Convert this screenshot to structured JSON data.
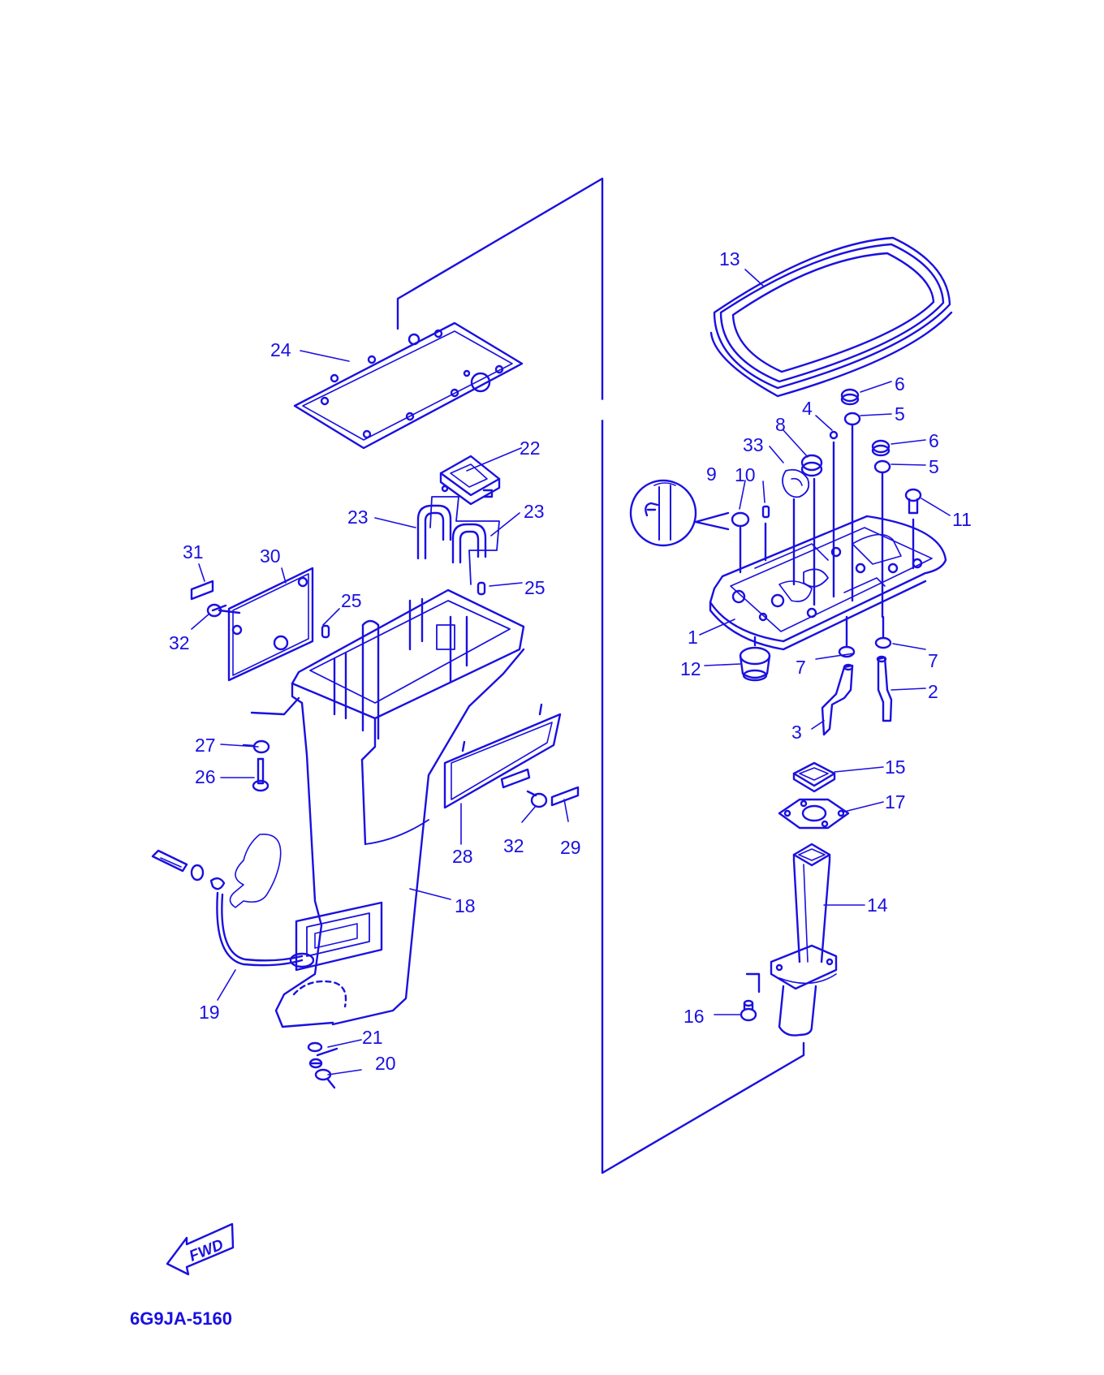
{
  "diagram": {
    "ink_color": "#1a10e0",
    "background_color": "#ffffff",
    "diagram_code": "6G9JA-5160",
    "direction_arrow_text": "FWD",
    "callouts": {
      "c1": "1",
      "c2": "2",
      "c3": "3",
      "c4": "4",
      "c5a": "5",
      "c5b": "5",
      "c6a": "6",
      "c6b": "6",
      "c7a": "7",
      "c7b": "7",
      "c8": "8",
      "c9": "9",
      "c10": "10",
      "c11": "11",
      "c12": "12",
      "c13": "13",
      "c14": "14",
      "c15": "15",
      "c16": "16",
      "c17": "17",
      "c18": "18",
      "c19": "19",
      "c20": "20",
      "c21": "21",
      "c22": "22",
      "c23a": "23",
      "c23b": "23",
      "c24": "24",
      "c25a": "25",
      "c25b": "25",
      "c26": "26",
      "c27": "27",
      "c28": "28",
      "c29": "29",
      "c30": "30",
      "c31": "31",
      "c32a": "32",
      "c32b": "32",
      "c33": "33"
    }
  }
}
